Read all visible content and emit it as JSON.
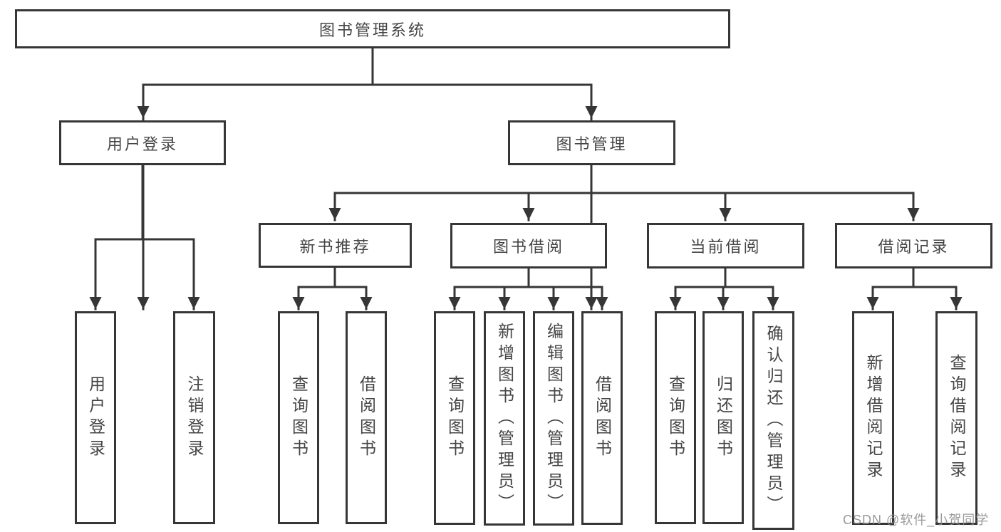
{
  "colors": {
    "background": "#ffffff",
    "box_border": "#363636",
    "connector_line": "#363636",
    "text": "#454545",
    "watermark_text": "#8f8f8f"
  },
  "tree": {
    "root": {
      "label": "图书管理系统"
    },
    "login": {
      "label": "用户登录",
      "children": [
        {
          "label": "用户登录"
        },
        {
          "label": "注销登录"
        }
      ]
    },
    "management": {
      "label": "图书管理",
      "groups": [
        {
          "label": "新书推荐",
          "children": [
            {
              "label": "查询图书"
            },
            {
              "label": "借阅图书"
            }
          ]
        },
        {
          "label": "图书借阅",
          "children": [
            {
              "label": "查询图书"
            },
            {
              "label": "新增图书（管理员）"
            },
            {
              "label": "编辑图书（管理员）"
            },
            {
              "label": "借阅图书"
            }
          ]
        },
        {
          "label": "当前借阅",
          "children": [
            {
              "label": "查询图书"
            },
            {
              "label": "归还图书"
            },
            {
              "label": "确认归还（管理员）"
            }
          ]
        },
        {
          "label": "借阅记录",
          "children": [
            {
              "label": "新增借阅记录"
            },
            {
              "label": "查询借阅记录"
            }
          ]
        }
      ]
    }
  },
  "watermark": {
    "text": "CSDN @软件_小贺同学"
  }
}
